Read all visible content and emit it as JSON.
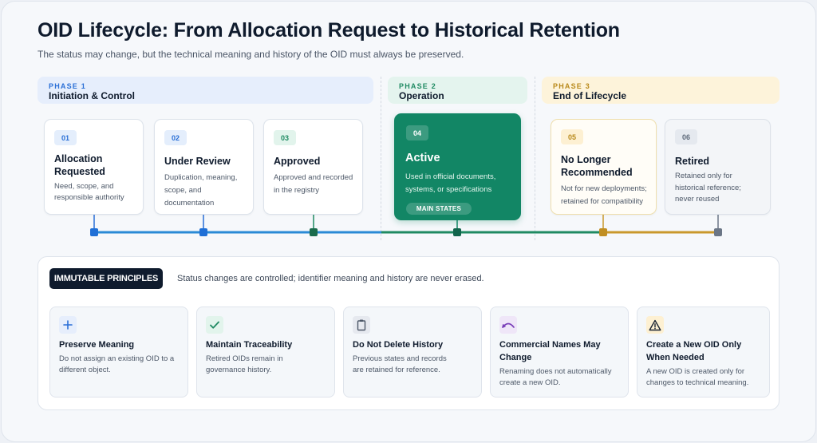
{
  "header": {
    "title": "OID Lifecycle: From Allocation Request to Historical Retention",
    "subtitle": "The status may change, but the technical meaning and history of the OID must always be preserved."
  },
  "phases": [
    {
      "kicker": "PHASE 1",
      "name": "Initiation & Control",
      "color": "#2a6fd6"
    },
    {
      "kicker": "PHASE 2",
      "name": "Operation",
      "color": "#1f8a62"
    },
    {
      "kicker": "PHASE 3",
      "name": "End of Lifecycle",
      "color": "#b98a1c"
    }
  ],
  "states": [
    {
      "num": "01",
      "title": "Allocation Requested",
      "desc": "Need, scope, and responsible authority"
    },
    {
      "num": "02",
      "title": "Under Review",
      "desc": "Duplication, meaning, scope, and documentation"
    },
    {
      "num": "03",
      "title": "Approved",
      "desc": "Approved and recorded in the registry"
    },
    {
      "num": "04",
      "title": "Active",
      "desc": "Used in official documents, systems, or specifications",
      "pill": "MAIN STATES"
    },
    {
      "num": "05",
      "title": "No Longer Recommended",
      "desc": "Not for new deployments; retained for compatibility"
    },
    {
      "num": "06",
      "title": "Retired",
      "desc": "Retained only for historical reference; never reused"
    }
  ],
  "colors": {
    "phase1": "#2a8ad6",
    "phase2": "#1f8a62",
    "phase3": "#c9982c",
    "retired": "#6b7686",
    "active_card": "#128665"
  },
  "principles": {
    "tag": "IMMUTABLE PRINCIPLES",
    "note": "Status changes are controlled; identifier meaning and history are never erased.",
    "items": [
      {
        "icon": "plus-icon",
        "title": "Preserve Meaning",
        "desc": "Do not assign an existing OID to a different object."
      },
      {
        "icon": "check-icon",
        "title": "Maintain Traceability",
        "desc": "Retired OIDs remain in governance history."
      },
      {
        "icon": "clipboard-icon",
        "title": "Do Not Delete History",
        "desc": "Previous states and records are retained for reference."
      },
      {
        "icon": "rename-arc-icon",
        "title": "Commercial Names May Change",
        "desc": "Renaming does not automatically create a new OID."
      },
      {
        "icon": "warning-icon",
        "title": "Create a New OID Only When Needed",
        "desc": "A new OID is created only for changes to technical meaning."
      }
    ]
  }
}
